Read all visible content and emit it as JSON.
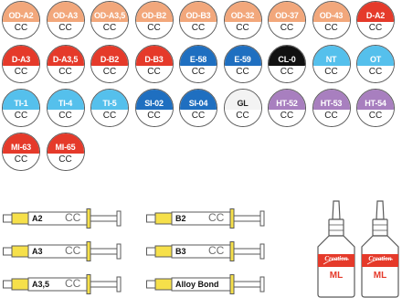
{
  "swatches": [
    {
      "code": "OD-A2",
      "sub": "CC",
      "color": "#f2a77b"
    },
    {
      "code": "OD-A3",
      "sub": "CC",
      "color": "#f2a77b"
    },
    {
      "code": "OD-A3,5",
      "sub": "CC",
      "color": "#f2a77b"
    },
    {
      "code": "OD-B2",
      "sub": "CC",
      "color": "#f2a77b"
    },
    {
      "code": "OD-B3",
      "sub": "CC",
      "color": "#f2a77b"
    },
    {
      "code": "OD-32",
      "sub": "CC",
      "color": "#f2a77b"
    },
    {
      "code": "OD-37",
      "sub": "CC",
      "color": "#f2a77b"
    },
    {
      "code": "OD-43",
      "sub": "CC",
      "color": "#f2a77b"
    },
    {
      "code": "D-A2",
      "sub": "CC",
      "color": "#e53a2a"
    },
    {
      "code": "D-A3",
      "sub": "CC",
      "color": "#e53a2a"
    },
    {
      "code": "D-A3,5",
      "sub": "CC",
      "color": "#e53a2a"
    },
    {
      "code": "D-B2",
      "sub": "CC",
      "color": "#e53a2a"
    },
    {
      "code": "D-B3",
      "sub": "CC",
      "color": "#e53a2a"
    },
    {
      "code": "E-58",
      "sub": "CC",
      "color": "#1f6fc0"
    },
    {
      "code": "E-59",
      "sub": "CC",
      "color": "#1f6fc0"
    },
    {
      "code": "CL-0",
      "sub": "CC",
      "color": "#111111"
    },
    {
      "code": "NT",
      "sub": "CC",
      "color": "#55c0ec"
    },
    {
      "code": "OT",
      "sub": "CC",
      "color": "#55c0ec"
    },
    {
      "code": "TI-1",
      "sub": "CC",
      "color": "#55c0ec"
    },
    {
      "code": "TI-4",
      "sub": "CC",
      "color": "#55c0ec"
    },
    {
      "code": "TI-5",
      "sub": "CC",
      "color": "#55c0ec"
    },
    {
      "code": "SI-02",
      "sub": "CC",
      "color": "#1f6fc0"
    },
    {
      "code": "SI-04",
      "sub": "CC",
      "color": "#1f6fc0"
    },
    {
      "code": "GL",
      "sub": "CC",
      "color": "#f3f3f3",
      "dark": true
    },
    {
      "code": "HT-52",
      "sub": "CC",
      "color": "#a87fbf"
    },
    {
      "code": "HT-53",
      "sub": "CC",
      "color": "#a87fbf"
    },
    {
      "code": "HT-54",
      "sub": "CC",
      "color": "#a87fbf"
    },
    {
      "code": "MI-63",
      "sub": "CC",
      "color": "#e53a2a"
    },
    {
      "code": "MI-65",
      "sub": "CC",
      "color": "#e53a2a"
    }
  ],
  "syringes": [
    {
      "label": "A2",
      "marking": "CC"
    },
    {
      "label": "B2",
      "marking": "CC"
    },
    {
      "label": "A3",
      "marking": "CC"
    },
    {
      "label": "B3",
      "marking": "CC"
    },
    {
      "label": "A3,5",
      "marking": "CC"
    },
    {
      "label": "Alloy Bond",
      "marking": ""
    }
  ],
  "bottles": [
    {
      "label": "ML",
      "brand": "Creation",
      "color": "#e53a2a"
    },
    {
      "label": "ML",
      "brand": "Creation",
      "color": "#e53a2a"
    }
  ],
  "colors": {
    "syringe_fill": "#f6e04a",
    "outline": "#5a5a5a"
  }
}
